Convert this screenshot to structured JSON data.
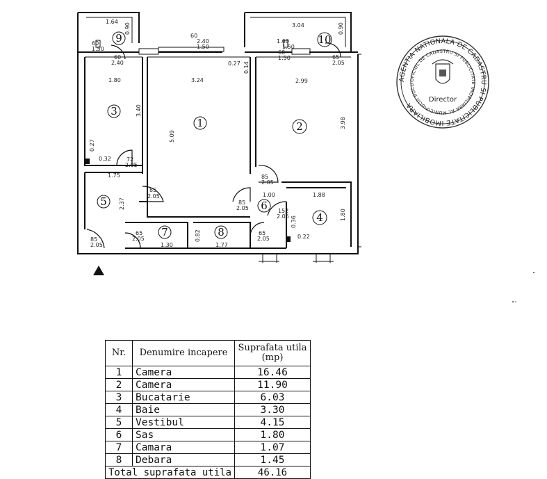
{
  "plan": {
    "rooms": [
      {
        "id": "room-1",
        "num": "1"
      },
      {
        "id": "room-2",
        "num": "2"
      },
      {
        "id": "room-3",
        "num": "3"
      },
      {
        "id": "room-4",
        "num": "4"
      },
      {
        "id": "room-5",
        "num": "5"
      },
      {
        "id": "room-6",
        "num": "6"
      },
      {
        "id": "room-7",
        "num": "7"
      },
      {
        "id": "room-8",
        "num": "8"
      },
      {
        "id": "room-9",
        "num": "9"
      },
      {
        "id": "room-10",
        "num": "10"
      }
    ],
    "dims": {
      "d164": "1.64",
      "d090a": "0.90",
      "d180": "1.80",
      "d324": "3.24",
      "d299": "2.99",
      "d304": "3.04",
      "d090b": "0.90",
      "d240": "2.40",
      "d150": "1.50",
      "d160": "1.60",
      "d150b": "1.50",
      "d027": "0.27",
      "d014": "0.14",
      "d340": "3.40",
      "d509": "5.09",
      "d398": "3.98",
      "d027b": "0.27",
      "d032": "0.32",
      "d175": "1.75",
      "d237": "2.37",
      "d100": "1.00",
      "d188": "1.88",
      "d180b": "1.80",
      "d036": "0.36",
      "d022": "0.22",
      "d130": "1.30",
      "d082": "0.82",
      "d177": "1.77",
      "door_a": "72",
      "door_a2": "2.05",
      "door_b": "85",
      "door_b2": "2.05",
      "door_c": "65",
      "door_c2": "2.05",
      "door_d": "85",
      "door_d2": "2.05",
      "door_e": "65",
      "door_e2": "2.05",
      "door_f": "152",
      "door_f2": "2.05",
      "door_g": "85",
      "door_g2": "2.05",
      "door_h": "85",
      "door_h2": "2.05",
      "door_i": "65",
      "door_i2": "2.05",
      "door_j": "60",
      "door_j2": "2.40",
      "door_k": "60",
      "door_k2": "2.40",
      "win_a": "60",
      "win_a2": "1.50",
      "win_b": "60",
      "win_b2": "1.50"
    }
  },
  "stamp": {
    "outer": "AGENTIA NATIONALA DE CADASTRU SI PUBLICITATE IMOBILIARA",
    "inner": "OFICIUL DE CADASTRU SI PUBLICITATE IMOBILIARA AL MUNICIPIULUI BUCURESTI",
    "title": "Director"
  },
  "table": {
    "headers": {
      "nr": "Nr.",
      "name": "Denumire incapere",
      "area": "Suprafata utila (mp)"
    },
    "rows": [
      {
        "nr": "1",
        "name": "Camera",
        "area": "16.46"
      },
      {
        "nr": "2",
        "name": "Camera",
        "area": "11.90"
      },
      {
        "nr": "3",
        "name": "Bucatarie",
        "area": "6.03"
      },
      {
        "nr": "4",
        "name": "Baie",
        "area": "3.30"
      },
      {
        "nr": "5",
        "name": "Vestibul",
        "area": "4.15"
      },
      {
        "nr": "6",
        "name": "Sas",
        "area": "1.80"
      },
      {
        "nr": "7",
        "name": "Camara",
        "area": "1.07"
      },
      {
        "nr": "8",
        "name": "Debara",
        "area": "1.45"
      }
    ],
    "total": {
      "label": "Total suprafata utila",
      "area": "46.16"
    }
  }
}
